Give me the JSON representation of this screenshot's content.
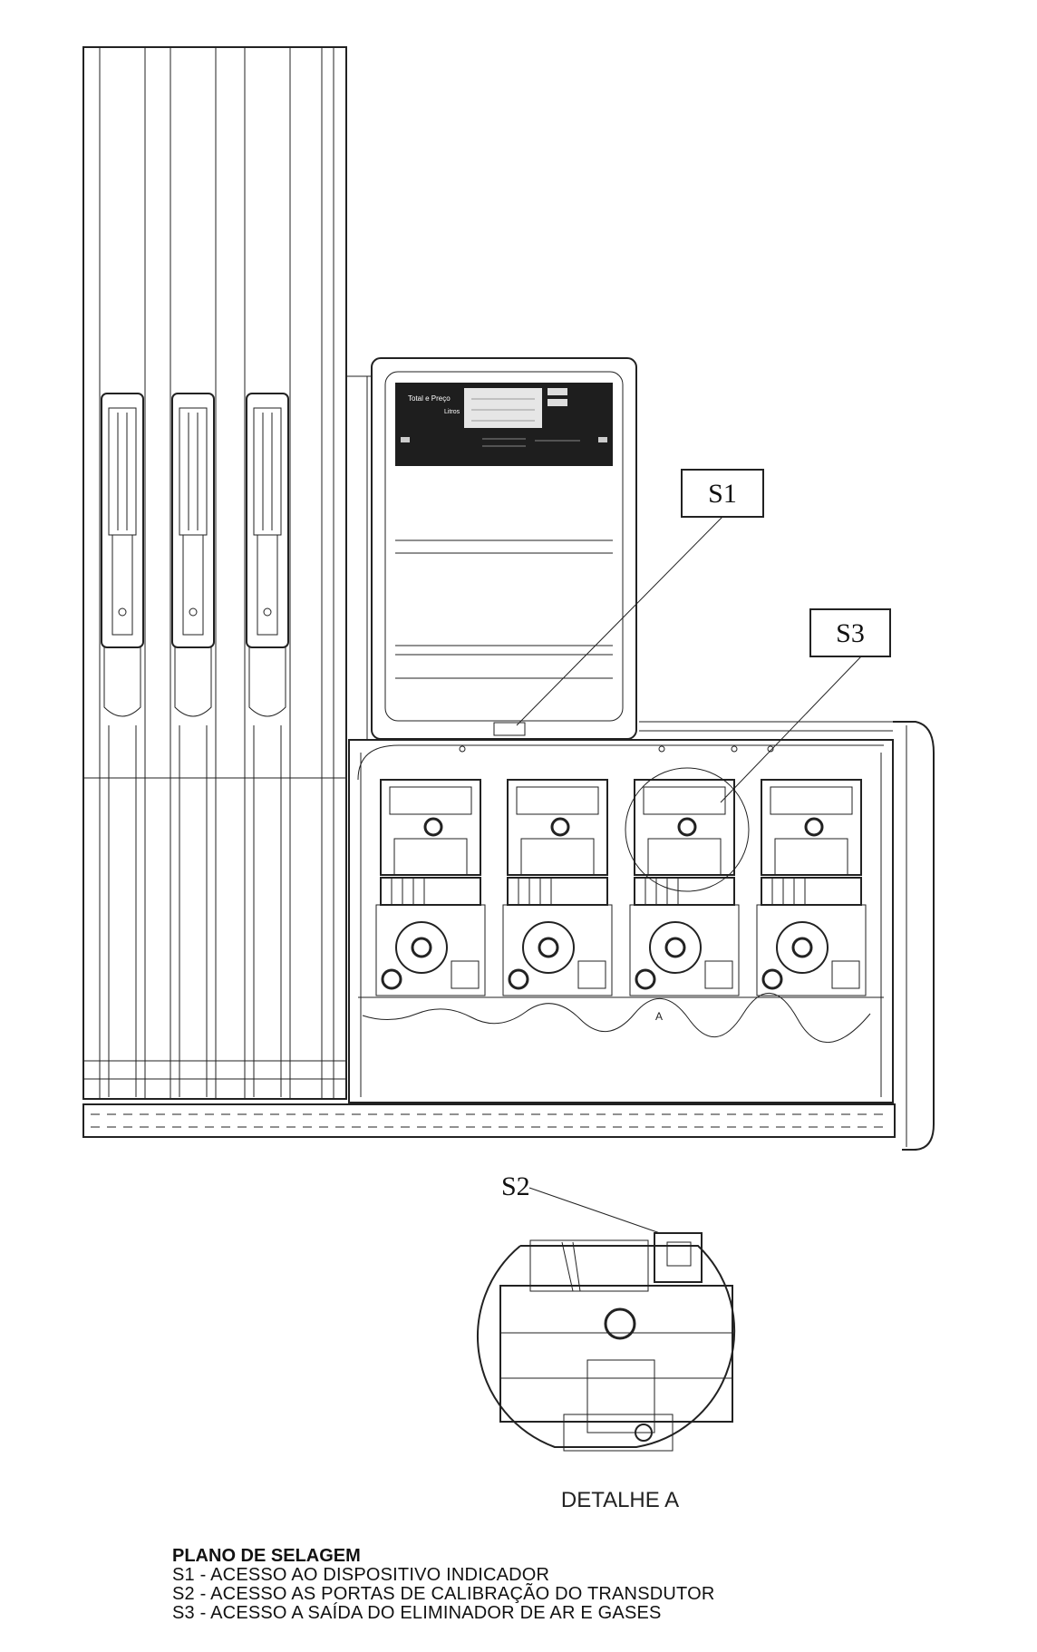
{
  "callouts": {
    "s1": "S1",
    "s2": "S2",
    "s3": "S3"
  },
  "detail_caption": "DETALHE A",
  "detail_marker": "A",
  "display_panel": {
    "brand": "Total e Preço",
    "unit": "Litros"
  },
  "legend": {
    "title": "PLANO DE SELAGEM",
    "items": [
      "S1 - ACESSO AO DISPOSITIVO INDICADOR",
      "S2 - ACESSO AS PORTAS DE CALIBRAÇÃO DO TRANSDUTOR",
      "S3 - ACESSO A SAÍDA DO ELIMINADOR DE AR E GASES"
    ]
  },
  "colors": {
    "line": "#222222",
    "display_band": "#1e1e1e",
    "background": "#ffffff"
  }
}
